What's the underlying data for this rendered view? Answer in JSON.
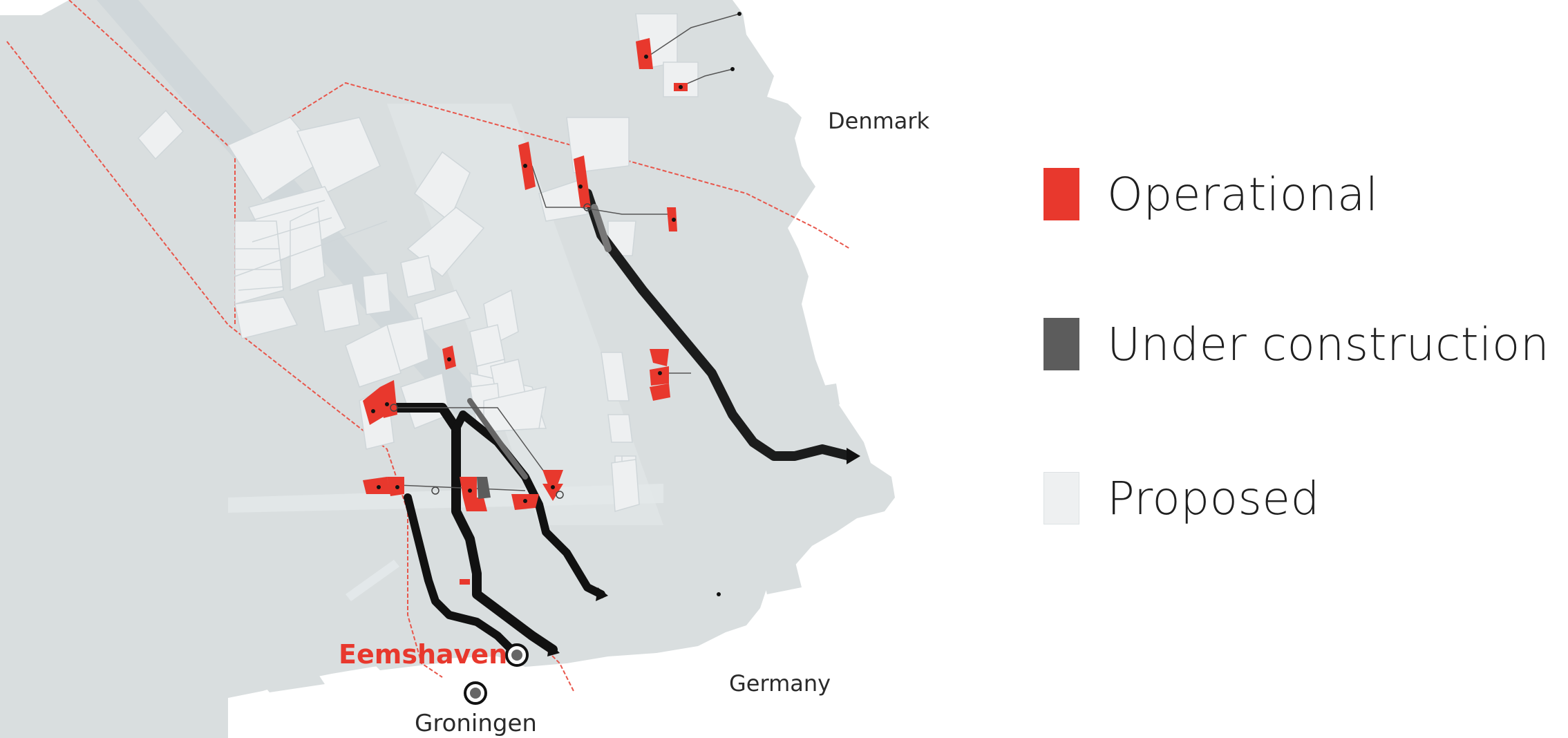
{
  "map": {
    "places": [
      {
        "id": "denmark",
        "label": "Denmark"
      },
      {
        "id": "germany",
        "label": "Germany"
      },
      {
        "id": "groningen",
        "label": "Groningen"
      }
    ],
    "port": {
      "label": "Eemshaven"
    }
  },
  "legend": {
    "items": [
      {
        "key": "operational",
        "label": "Operational",
        "color": "#e8382d"
      },
      {
        "key": "under_construction",
        "label": "Under construction",
        "color": "#5c5c5c"
      },
      {
        "key": "proposed",
        "label": "Proposed",
        "color": "#eef0f1"
      }
    ]
  },
  "colors": {
    "sea": "#d9dedf",
    "land": "#ffffff",
    "zone": "#edf0f1",
    "boundary": "#e8564b",
    "cable": "#111111",
    "lane": "#c9d2d6"
  }
}
